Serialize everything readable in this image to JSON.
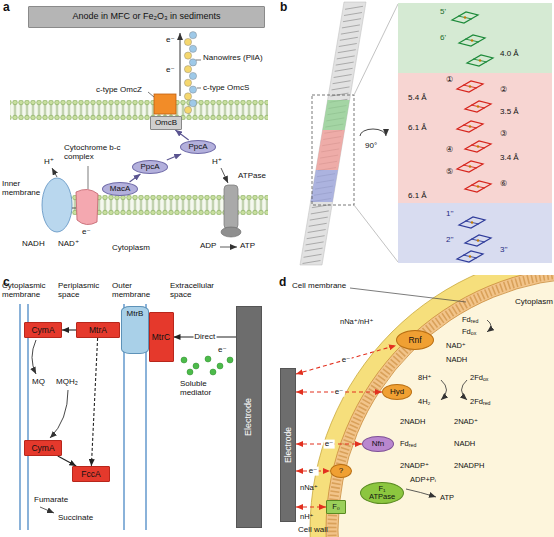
{
  "diagram": {
    "nodes": [
      {
        "text": [
          "Anode in MFC or Fe₂O₃ in sediments"
        ]
      },
      {
        "text": [
          "OmcB"
        ]
      },
      {
        "text": [
          "PpcA"
        ]
      },
      {
        "text": [
          "PpcA"
        ]
      },
      {
        "text": [
          "MacA"
        ]
      },
      {
        "text": [
          "CymA"
        ]
      },
      {
        "text": [
          "MtrA"
        ]
      },
      {
        "text": [
          "MtrB"
        ]
      },
      {
        "text": [
          "MtrC"
        ]
      },
      {
        "text": [
          "Electrode"
        ]
      },
      {
        "text": [
          "CymA"
        ]
      },
      {
        "text": [
          "FccA"
        ]
      },
      {
        "text": [
          "Electrode"
        ]
      },
      {
        "text": [
          "Rnf"
        ]
      },
      {
        "text": [
          "Hyd"
        ]
      },
      {
        "text": [
          "Nfn"
        ]
      },
      {
        "text": [
          "?"
        ]
      },
      {
        "text": [
          "F₁",
          "ATPase"
        ]
      },
      {
        "text": [
          "F₀"
        ]
      }
    ],
    "edges": [
      {
        "from": 4,
        "to": 3,
        "arrow": "to"
      },
      {
        "from": 3,
        "to": 2,
        "arrow": "to"
      },
      {
        "from": 2,
        "to": 1,
        "arrow": "to"
      },
      {
        "from": 6,
        "to": 5,
        "arrow": "to"
      },
      {
        "from": 9,
        "to": 8,
        "arrow": "to",
        "label": "Direct"
      },
      {
        "from": 6,
        "to": 11,
        "arrow": "to"
      },
      {
        "from": 10,
        "to": 11,
        "arrow": "to"
      },
      {
        "from": 12,
        "to": 13,
        "arrow": "both",
        "label": "e⁻"
      },
      {
        "from": 12,
        "to": 14,
        "arrow": "both",
        "label": "e⁻"
      },
      {
        "from": 12,
        "to": 15,
        "arrow": "both",
        "label": "e⁻"
      },
      {
        "from": 12,
        "to": 16,
        "arrow": "both",
        "label": "e⁻"
      },
      {
        "from": 12,
        "to": 18,
        "arrow": "both"
      }
    ],
    "labels": [
      "a",
      "e⁻",
      "e⁻",
      "Nanowires (PilA)",
      "c-type OmcS",
      "c-type OmcZ",
      "Inner membrane",
      "H⁺",
      "Cytochrome b-c complex",
      "e⁻",
      "H⁺",
      "ATPase",
      "NADH",
      "NAD⁺",
      "ADP",
      "ATP",
      "Cytoplasm",
      "b",
      "5'",
      "6'",
      "4.0 Å",
      "①",
      "5.4 Å",
      "②",
      "3.5 Å",
      "6.1 Å",
      "③",
      "④",
      "3.4 Å",
      "⑤",
      "6.1 Å",
      "⑥",
      "1''",
      "2''",
      "3''",
      "90°",
      "c",
      "Cytoplasmic membrane",
      "Periplasmic space",
      "Outer membrane",
      "Extracellular space",
      "MQ",
      "MQH₂",
      "Fumarate",
      "Succinate",
      "e⁻",
      "Soluble mediator",
      "d",
      "Cell membrane",
      "Cytoplasm",
      "nNa⁺/nH⁺",
      "Fdred",
      "Fdox",
      "NAD⁺",
      "NADH",
      "8H⁺",
      "2Fdox",
      "4H₂",
      "2Fdred",
      "2NADH",
      "2NAD⁺",
      "Fdred",
      "NADH",
      "2NADP⁺",
      "2NADPH",
      "ADP+Pᵢ",
      "ATP",
      "nNa⁺",
      "nH⁺",
      "Cell wall"
    ]
  }
}
